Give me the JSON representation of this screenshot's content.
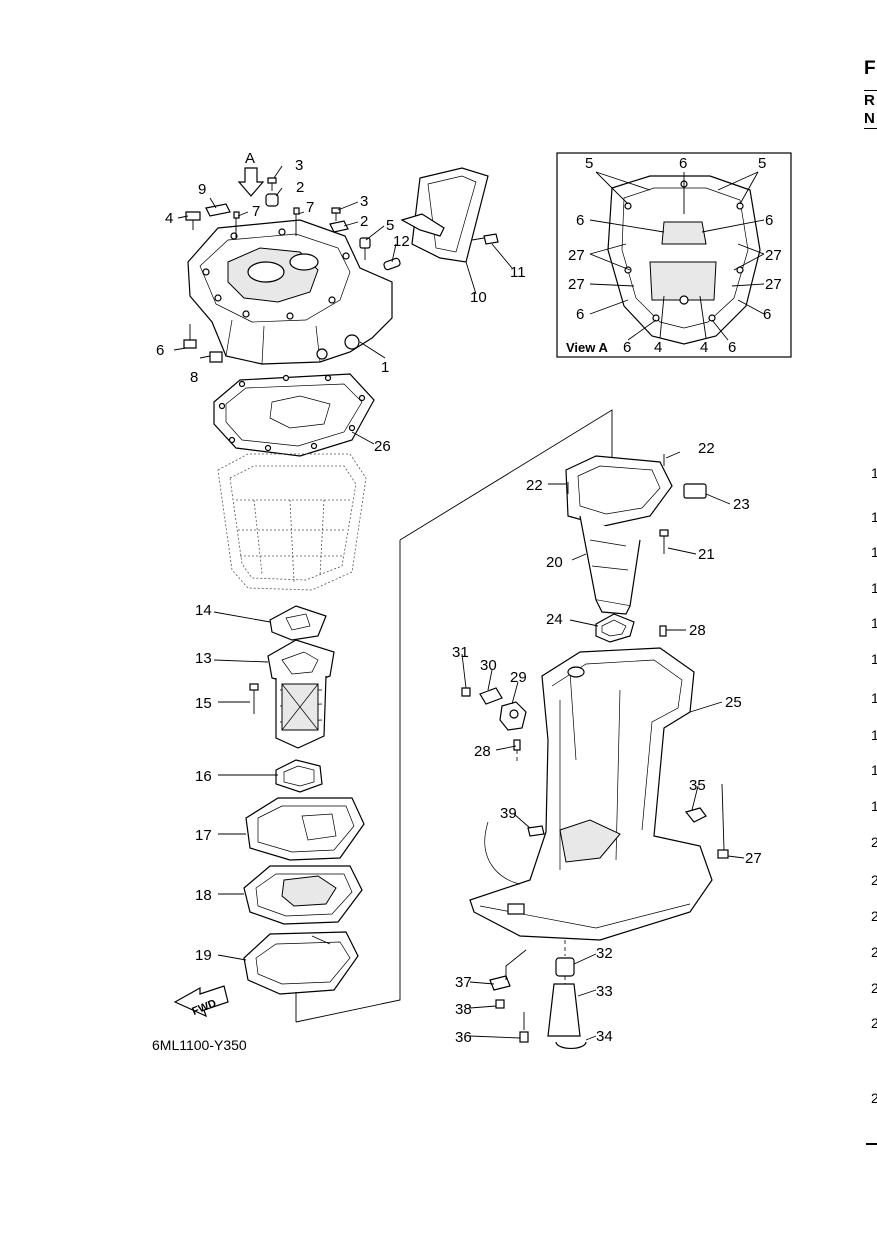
{
  "header": {
    "cut_letter": "F",
    "row1": "R",
    "row2": "N"
  },
  "figure_code": "6ML1100-Y350",
  "view": {
    "arrow_label": "A",
    "box_label": "View A"
  },
  "fwd_label": "FWD",
  "main_callouts": {
    "c1": "1",
    "c2": "2",
    "c2b": "2",
    "c3": "3",
    "c3b": "3",
    "c4": "4",
    "c5": "5",
    "c6": "6",
    "c7": "7",
    "c7b": "7",
    "c8": "8",
    "c9": "9",
    "c10": "10",
    "c11": "11",
    "c12": "12",
    "c13": "13",
    "c14": "14",
    "c15": "15",
    "c16": "16",
    "c17": "17",
    "c18": "18",
    "c19": "19",
    "c20": "20",
    "c21": "21",
    "c22": "22",
    "c22b": "22",
    "c23": "23",
    "c24": "24",
    "c25": "25",
    "c26": "26",
    "c27": "27",
    "c28": "28",
    "c28b": "28",
    "c29": "29",
    "c30": "30",
    "c31": "31",
    "c32": "32",
    "c33": "33",
    "c34": "34",
    "c35": "35",
    "c36": "36",
    "c37": "37",
    "c38": "38",
    "c39": "39"
  },
  "view_callouts": {
    "v5a": "5",
    "v5b": "5",
    "v6a": "6",
    "v6b": "6",
    "v6c": "6",
    "v27a": "27",
    "v27b": "27",
    "v27c": "27",
    "v27d": "27",
    "v6d": "6",
    "v6e": "6",
    "v6f": "6",
    "v6g": "6",
    "v4a": "4",
    "v4b": "4"
  },
  "right_margin": [
    "1",
    "1",
    "1",
    "1",
    "1",
    "1",
    "1",
    "1",
    "1",
    "1",
    "2",
    "2",
    "2",
    "2",
    "2",
    "2",
    "2"
  ]
}
